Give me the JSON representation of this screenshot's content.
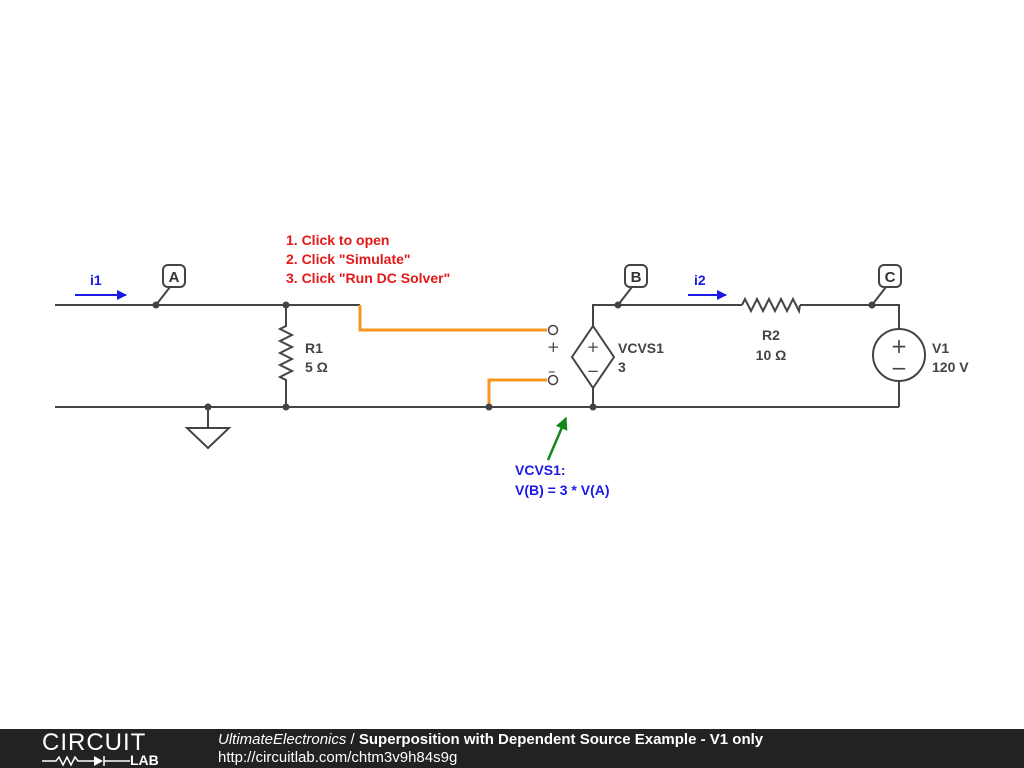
{
  "instructions": [
    "1. Click to open",
    "2. Click \"Simulate\"",
    "3. Click \"Run DC Solver\""
  ],
  "nodes": {
    "a": "A",
    "b": "B",
    "c": "C"
  },
  "currents": {
    "i1": "i1",
    "i2": "i2"
  },
  "components": {
    "r1": {
      "name": "R1",
      "value": "5 Ω"
    },
    "r2": {
      "name": "R2",
      "value": "10 Ω"
    },
    "vcvs1": {
      "name": "VCVS1",
      "value": "3"
    },
    "v1": {
      "name": "V1",
      "value": "120 V"
    }
  },
  "port_signs": {
    "plus": "+",
    "minus": "–"
  },
  "source_signs": {
    "plus": "+",
    "minus": "−"
  },
  "annotation": {
    "line1": "VCVS1:",
    "line2": "V(B) = 3 * V(A)"
  },
  "colors": {
    "wire": "#444444",
    "probe_wire": "#f5961e",
    "instruction": "#e31919",
    "current_arrow": "#1a1ae6",
    "annotation_text": "#1a1ae6",
    "annotation_arrow": "#13891a",
    "footer_bg": "#222222"
  },
  "icons": {
    "ground": "ground-symbol-icon",
    "vcvs": "dependent-voltage-source-icon",
    "dc_source": "dc-voltage-source-icon",
    "logo_mark": "resistor-diode-logo-icon"
  },
  "footer": {
    "logo_top": "CIRCUIT",
    "logo_bottom": "LAB",
    "user": "UltimateElectronics",
    "separator": " / ",
    "title": "Superposition with Dependent Source Example - V1 only",
    "url": "http://circuitlab.com/chtm3v9h84s9g"
  }
}
